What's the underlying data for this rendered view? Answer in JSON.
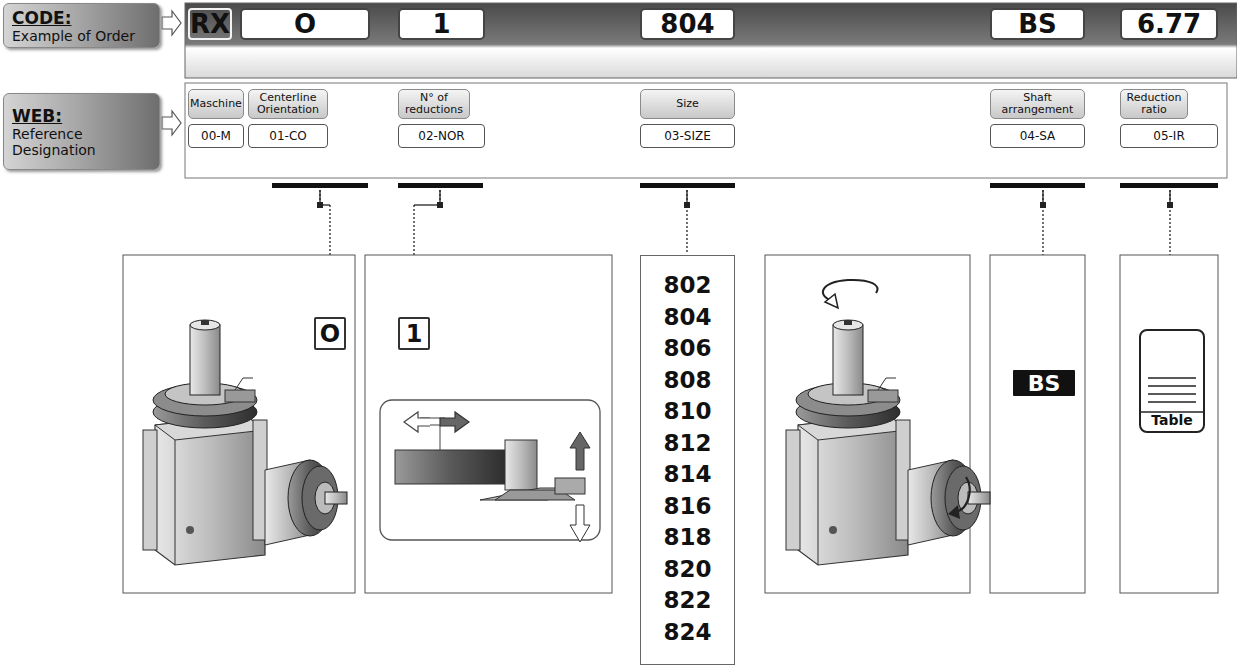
{
  "diagram": {
    "nodes": [
      {
        "text": [
          "CODE:",
          "Example of Order"
        ]
      },
      {
        "text": [
          "WEB:",
          "Reference Designation"
        ]
      },
      {
        "text": [
          "RX"
        ]
      },
      {
        "text": [
          "O"
        ]
      },
      {
        "text": [
          "1"
        ]
      },
      {
        "text": [
          "804"
        ]
      },
      {
        "text": [
          "BS"
        ]
      },
      {
        "text": [
          "6.77"
        ]
      },
      {
        "text": [
          "Maschine"
        ]
      },
      {
        "text": [
          "00-M"
        ]
      },
      {
        "text": [
          "Centerline Orientation"
        ]
      },
      {
        "text": [
          "01-CO"
        ]
      },
      {
        "text": [
          "N° of reductions"
        ]
      },
      {
        "text": [
          "02-NOR"
        ]
      },
      {
        "text": [
          "Size"
        ]
      },
      {
        "text": [
          "03-SIZE"
        ]
      },
      {
        "text": [
          "Shaft arrangement"
        ]
      },
      {
        "text": [
          "04-SA"
        ]
      },
      {
        "text": [
          "Reduction ratio"
        ]
      },
      {
        "text": [
          "05-IR"
        ]
      },
      {
        "text": [
          "O"
        ]
      },
      {
        "text": [
          "1"
        ]
      },
      {
        "text": [
          "802",
          "804",
          "806",
          "808",
          "810",
          "812",
          "814",
          "816",
          "818",
          "820",
          "822",
          "824"
        ]
      },
      {
        "text": [
          "BS"
        ]
      },
      {
        "text": [
          "Table"
        ]
      }
    ]
  }
}
